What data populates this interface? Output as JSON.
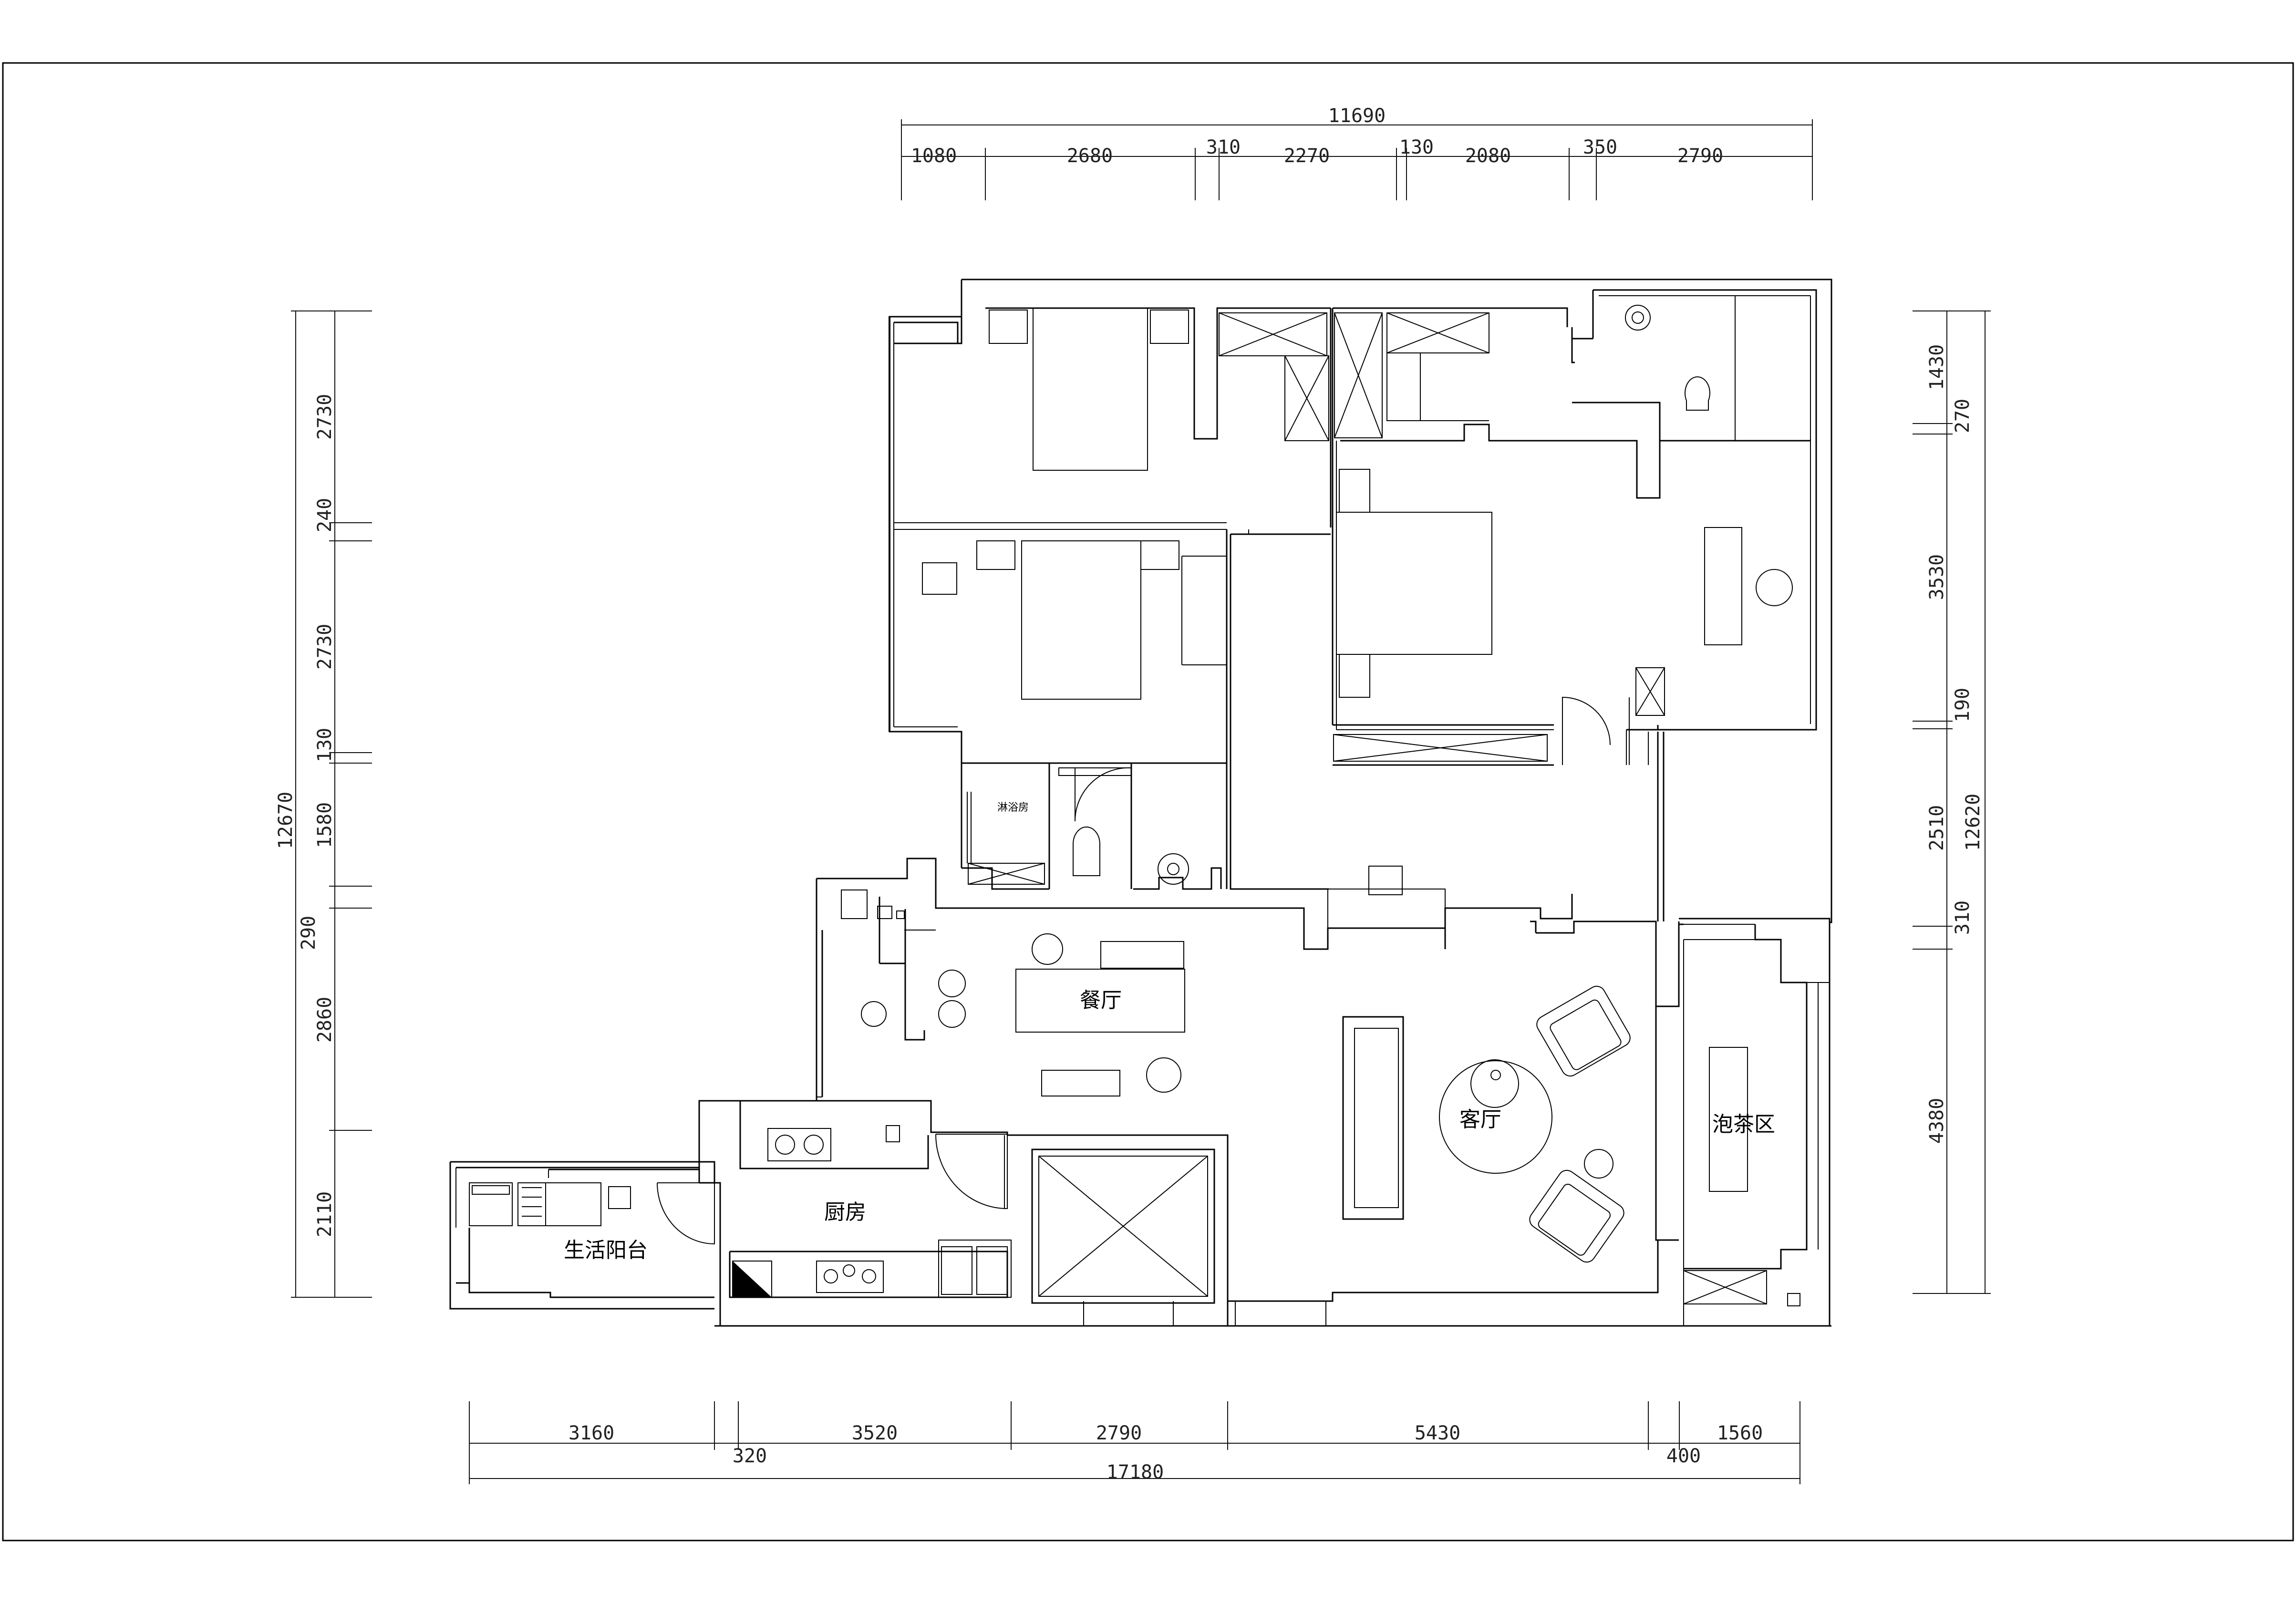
{
  "rooms": {
    "dining": "餐厅",
    "living": "客厅",
    "tea_area": "泡茶区",
    "kitchen": "厨房",
    "service_balcony": "生活阳台",
    "bathroom": "淋浴房"
  },
  "dims_top_total": "11690",
  "dims_top": [
    "1080",
    "2680",
    "310",
    "2270",
    "130",
    "2080",
    "350",
    "2790"
  ],
  "dims_bottom": [
    "3160",
    "320",
    "3520",
    "2790",
    "5430",
    "400",
    "1560"
  ],
  "dims_bottom_total": "17180",
  "dims_left_total": "12670",
  "dims_left": [
    "2730",
    "240",
    "2730",
    "130",
    "1580",
    "290",
    "2860",
    "2110"
  ],
  "dims_right_total": "12620",
  "dims_right": [
    "1430",
    "270",
    "3530",
    "190",
    "2510",
    "310",
    "4380"
  ]
}
